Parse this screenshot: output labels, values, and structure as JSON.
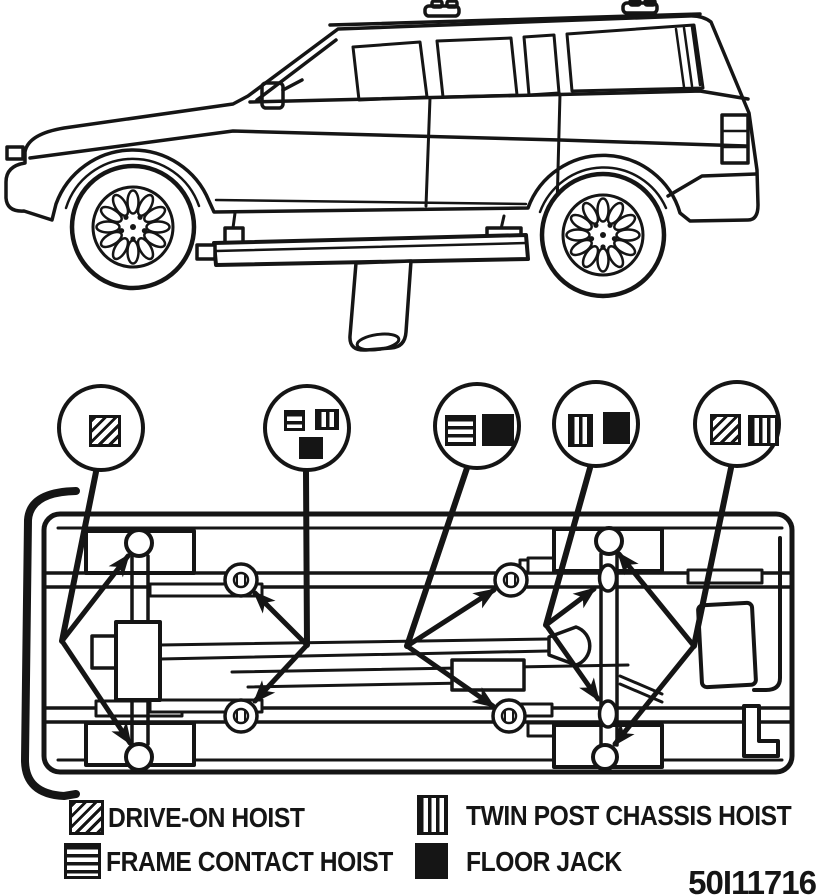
{
  "figure": {
    "id_code": "50I11716"
  },
  "legend": {
    "items": [
      {
        "key": "drive-on-hoist",
        "pattern": "diagonal-hatch",
        "label": "DRIVE-ON HOIST"
      },
      {
        "key": "twin-post-chassis-hoist",
        "pattern": "vertical-lines",
        "label": "TWIN POST CHASSIS HOIST"
      },
      {
        "key": "frame-contact-hoist",
        "pattern": "horizontal-lines",
        "label": "FRAME CONTACT HOIST"
      },
      {
        "key": "floor-jack",
        "pattern": "solid-black",
        "label": "FLOOR JACK"
      }
    ]
  },
  "callouts": [
    {
      "target": "front-axle-ends",
      "symbols": [
        "drive-on-hoist"
      ]
    },
    {
      "target": "front-frame-points",
      "symbols": [
        "frame-contact-hoist",
        "twin-post-chassis-hoist",
        "floor-jack"
      ]
    },
    {
      "target": "mid-frame-points",
      "symbols": [
        "frame-contact-hoist",
        "floor-jack"
      ]
    },
    {
      "target": "rear-axle-pads",
      "symbols": [
        "twin-post-chassis-hoist",
        "floor-jack"
      ]
    },
    {
      "target": "rear-axle-ends",
      "symbols": [
        "drive-on-hoist",
        "twin-post-chassis-hoist"
      ]
    }
  ],
  "colors": {
    "ink": "#151515",
    "paper": "#ffffff"
  }
}
